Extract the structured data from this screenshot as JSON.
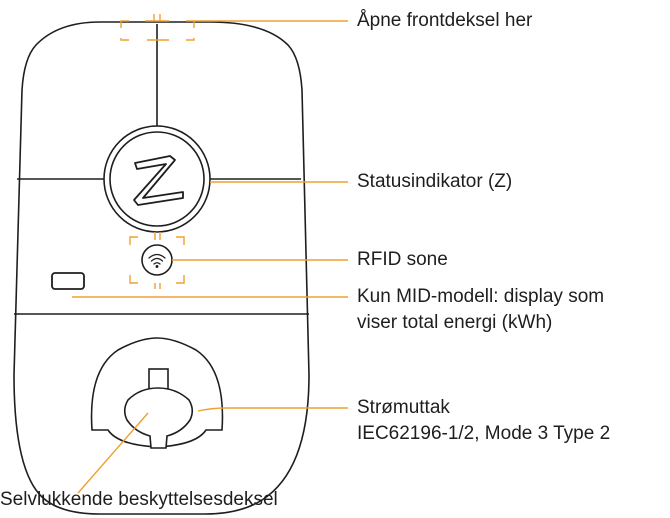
{
  "colors": {
    "outline": "#1e1e1e",
    "callout": "#f0a030",
    "background": "#ffffff"
  },
  "device": {
    "logo_icon": "z-logo-icon",
    "rfid_icon": "wifi-icon"
  },
  "callouts": {
    "front_cover": "Åpne frontdeksel her",
    "status_indicator": "Statusindikator (Z)",
    "rfid_zone": "RFID sone",
    "mid_display_line1": "Kun MID-modell: display som",
    "mid_display_line2": "viser total energi (kWh)",
    "socket_line1": "Strømuttak",
    "socket_line2": "IEC62196-1/2, Mode 3 Type 2",
    "protective_cover": "Selvlukkende beskyttelsesdeksel"
  }
}
